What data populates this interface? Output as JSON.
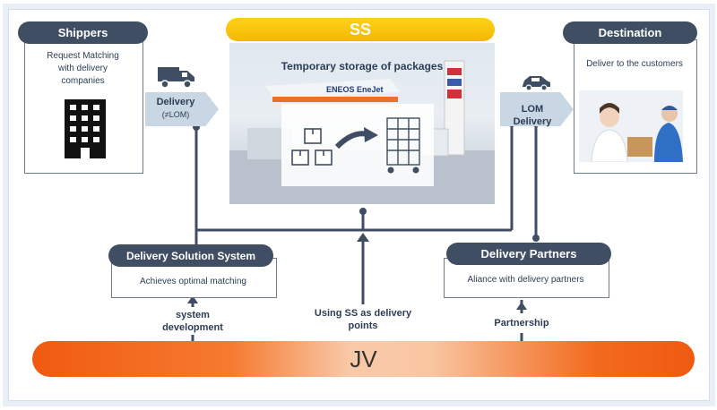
{
  "shippers": {
    "title": "Shippers",
    "desc_lines": [
      "Request Matching",
      "with delivery",
      "companies"
    ],
    "icon": "office-building-icon"
  },
  "delivery_arrow": {
    "label": "Delivery",
    "sub": "(≠LOM)",
    "icon": "truck-icon"
  },
  "ss": {
    "title": "SS",
    "caption": "Temporary storage of packages",
    "brand": "ENEOS EneJet"
  },
  "lom": {
    "label": "LOM Delivery",
    "icon": "car-icon"
  },
  "destination": {
    "title": "Destination",
    "desc": "Deliver to the customers"
  },
  "dss": {
    "title": "Delivery Solution System",
    "desc": "Achieves optimal matching"
  },
  "partners": {
    "title": "Delivery Partners",
    "desc": "Aliance with delivery partners"
  },
  "labels": {
    "system_dev_lines": [
      "system",
      "development"
    ],
    "using_ss_lines": [
      "Using SS as delivery",
      "points"
    ],
    "partnership": "Partnership"
  },
  "jv": {
    "label": "JV"
  },
  "colors": {
    "header_navy": "#3f4e63",
    "ss_yellow": "#f4b800",
    "jv_orange": "#f05a10",
    "arrow_blue": "#c9d6e3"
  }
}
